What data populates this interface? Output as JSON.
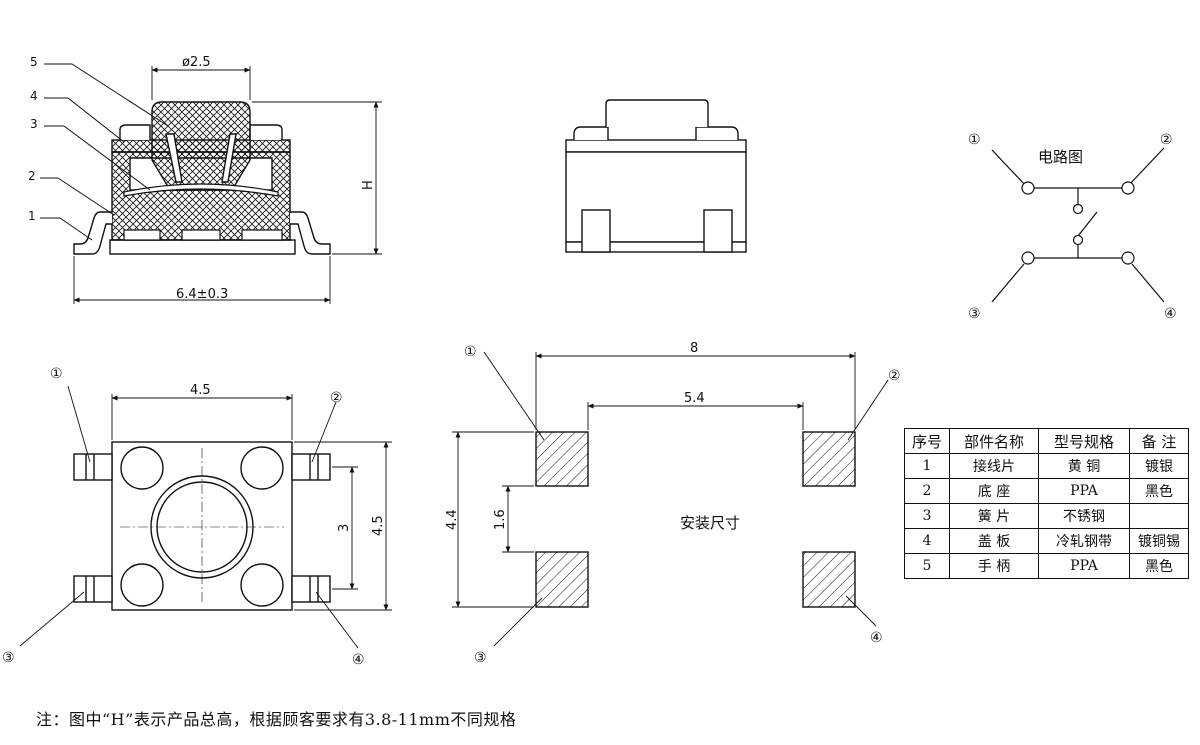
{
  "side_view": {
    "dim_width": "6.4±0.3",
    "dim_actuator": "ø2.5",
    "dim_height": "H",
    "callouts": [
      "5",
      "4",
      "3",
      "2",
      "1"
    ]
  },
  "front_view": {},
  "schematic": {
    "title": "电路图",
    "pins": [
      "①",
      "②",
      "③",
      "④"
    ]
  },
  "bottom_view": {
    "dim_top": "4.5",
    "dim_right": "4.5",
    "dim_pin_pitch": "3",
    "pins": [
      "①",
      "②",
      "③",
      "④"
    ]
  },
  "footprint": {
    "title": "安装尺寸",
    "dim_outer": "8",
    "dim_inner": "5.4",
    "dim_height": "4.4",
    "dim_gap": "1.6",
    "pins": [
      "①",
      "②",
      "③",
      "④"
    ]
  },
  "parts_table": {
    "headers": [
      "序号",
      "部件名称",
      "型号规格",
      "备 注"
    ],
    "rows": [
      [
        "1",
        "接线片",
        "黄  铜",
        "镀银"
      ],
      [
        "2",
        "底  座",
        "PPA",
        "黑色"
      ],
      [
        "3",
        "簧  片",
        "不锈钢",
        ""
      ],
      [
        "4",
        "盖  板",
        "冷轧钢带",
        "镀铜锡"
      ],
      [
        "5",
        "手  柄",
        "PPA",
        "黑色"
      ]
    ]
  },
  "note": "注：图中“H”表示产品总高，根据顾客要求有3.8-11mm不同规格"
}
